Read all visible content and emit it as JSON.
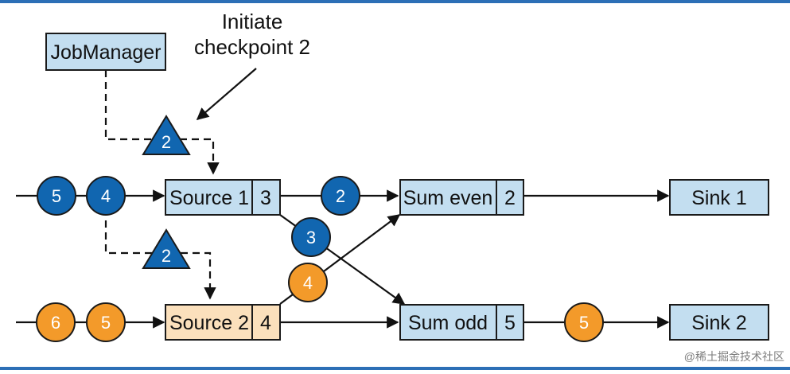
{
  "colors": {
    "box_blue": "#c3def0",
    "box_orange": "#fbe0bc",
    "circle_blue": "#1166b0",
    "circle_orange": "#f39a2a",
    "border": "#1a1a1a",
    "top_bar": "#2c6fb6"
  },
  "job_manager": {
    "label": "JobManager"
  },
  "annotation": {
    "line1": "Initiate",
    "line2": "checkpoint 2"
  },
  "barriers": {
    "top": "2",
    "bottom": "2"
  },
  "sources": {
    "source1": {
      "label": "Source 1",
      "state": "3"
    },
    "source2": {
      "label": "Source 2",
      "state": "4"
    }
  },
  "operators": {
    "sum_even": {
      "label": "Sum even",
      "state": "2"
    },
    "sum_odd": {
      "label": "Sum odd",
      "state": "5"
    }
  },
  "sinks": {
    "sink1": {
      "label": "Sink 1"
    },
    "sink2": {
      "label": "Sink 2"
    }
  },
  "records": {
    "input1": [
      "5",
      "4"
    ],
    "input2": [
      "6",
      "5"
    ],
    "to_sum_even": "2",
    "s1_to_sum_odd": "3",
    "s2_to_sum_even": "4",
    "sum_odd_to_sink2": "5"
  },
  "watermark": {
    "text": "@稀土掘金技术社区"
  }
}
